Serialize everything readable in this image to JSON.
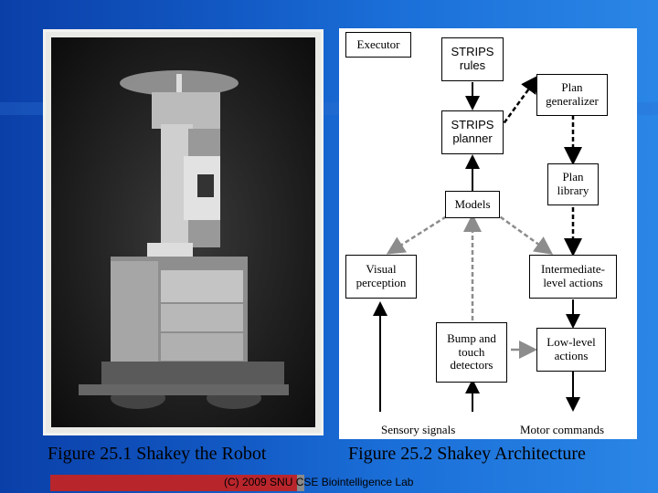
{
  "slide": {
    "left_caption": "Figure 25.1 Shakey the Robot",
    "right_caption": "Figure 25.2 Shakey Architecture",
    "footer": "(C) 2009 SNU CSE Biointelligence Lab"
  },
  "diagram": {
    "executor": "Executor",
    "strips_rules": "STRIPS\nrules",
    "strips_planner": "STRIPS\nplanner",
    "plan_generalizer": "Plan\ngeneralizer",
    "plan_library": "Plan\nlibrary",
    "models": "Models",
    "visual_perception": "Visual\nperception",
    "intermediate_actions": "Intermediate-\nlevel actions",
    "bump_touch": "Bump and\ntouch\ndetectors",
    "low_level_actions": "Low-level\nactions",
    "sensory_signals": "Sensory signals",
    "motor_commands": "Motor commands"
  },
  "colors": {
    "background": "#1259c4",
    "footer_red": "#b8262c",
    "dashed_gray": "#8c8c8c"
  }
}
